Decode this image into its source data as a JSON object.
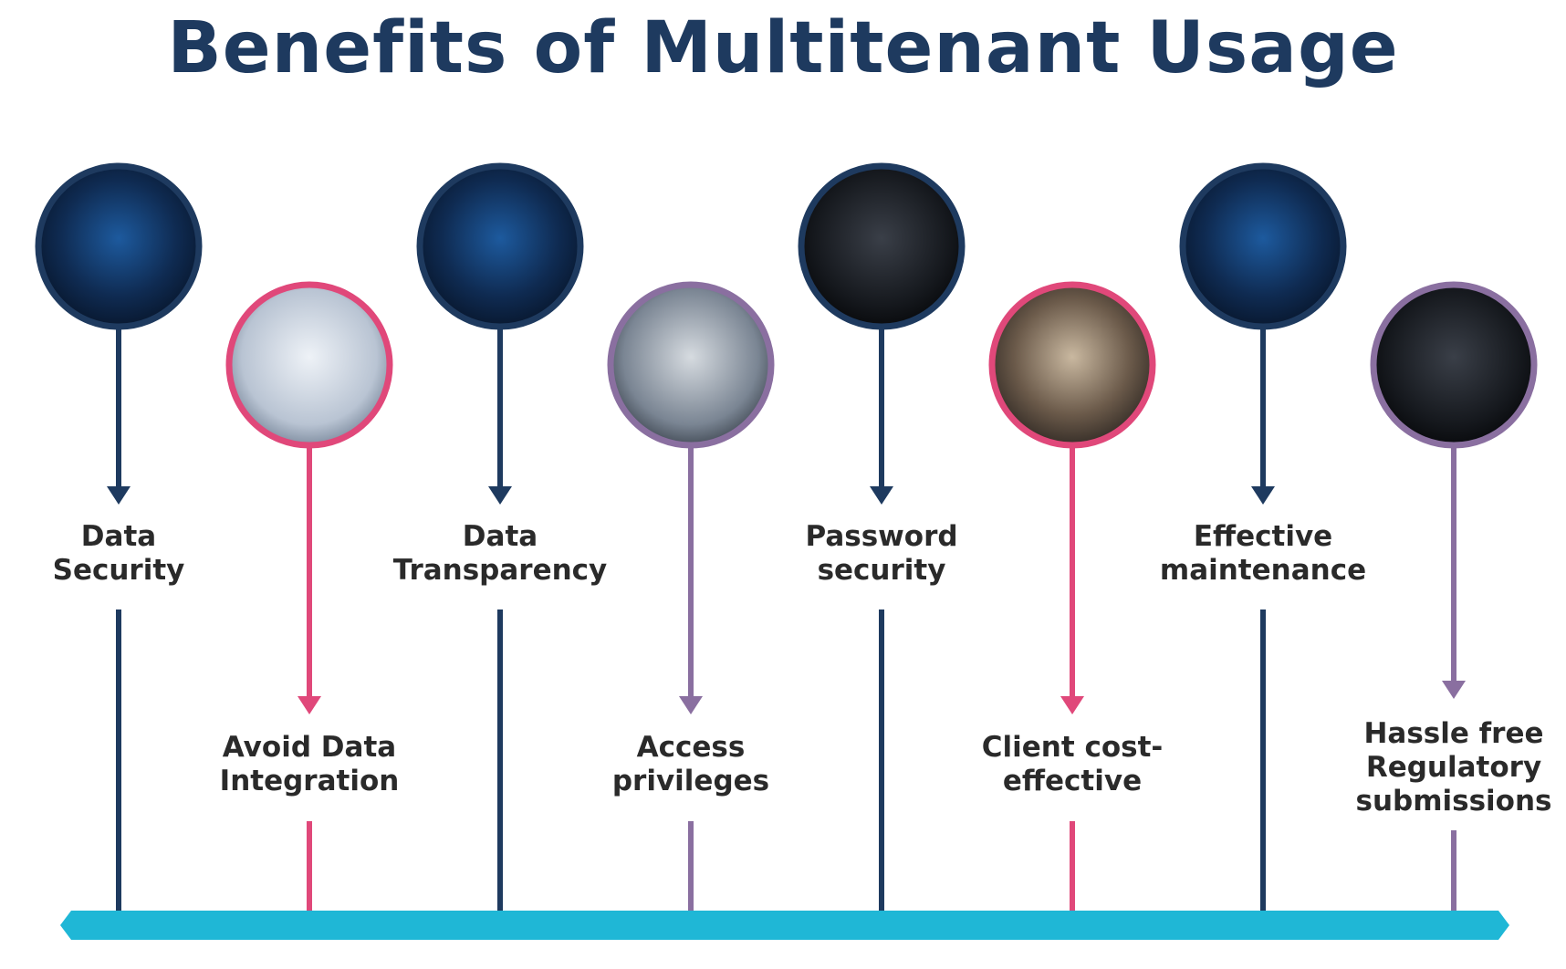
{
  "title": "Benefits of Multitenant Usage",
  "colors": {
    "title": "#1e3a5f",
    "navy": "#1e3a5f",
    "pink": "#e0487a",
    "purple": "#8a6fa0",
    "timeline_bar": "#1fb7d6",
    "label_text": "#2a2a2a"
  },
  "items": [
    {
      "label_line1": "Data",
      "label_line2": "Security",
      "color": "navy",
      "icon": "shield-check-icon"
    },
    {
      "label_line1": "Avoid Data",
      "label_line2": "Integration",
      "color": "pink",
      "icon": "warning-triangle-icon"
    },
    {
      "label_line1": "Data",
      "label_line2": "Transparency",
      "color": "navy",
      "icon": "shield-check-network-icon"
    },
    {
      "label_line1": "Access",
      "label_line2": "privileges",
      "color": "purple",
      "icon": "clipboard-check-gear-icon"
    },
    {
      "label_line1": "Password",
      "label_line2": "security",
      "color": "navy",
      "icon": "padlock-login-icon"
    },
    {
      "label_line1": "Client cost-",
      "label_line2": "effective",
      "color": "pink",
      "icon": "rising-arrow-coins-icon"
    },
    {
      "label_line1": "Effective",
      "label_line2": "maintenance",
      "color": "navy",
      "icon": "wrench-screwdriver-icon"
    },
    {
      "label_line1": "Hassle free",
      "label_line2": "Regulatory",
      "label_line3": "submissions",
      "color": "purple",
      "icon": "document-hands-icon"
    }
  ]
}
